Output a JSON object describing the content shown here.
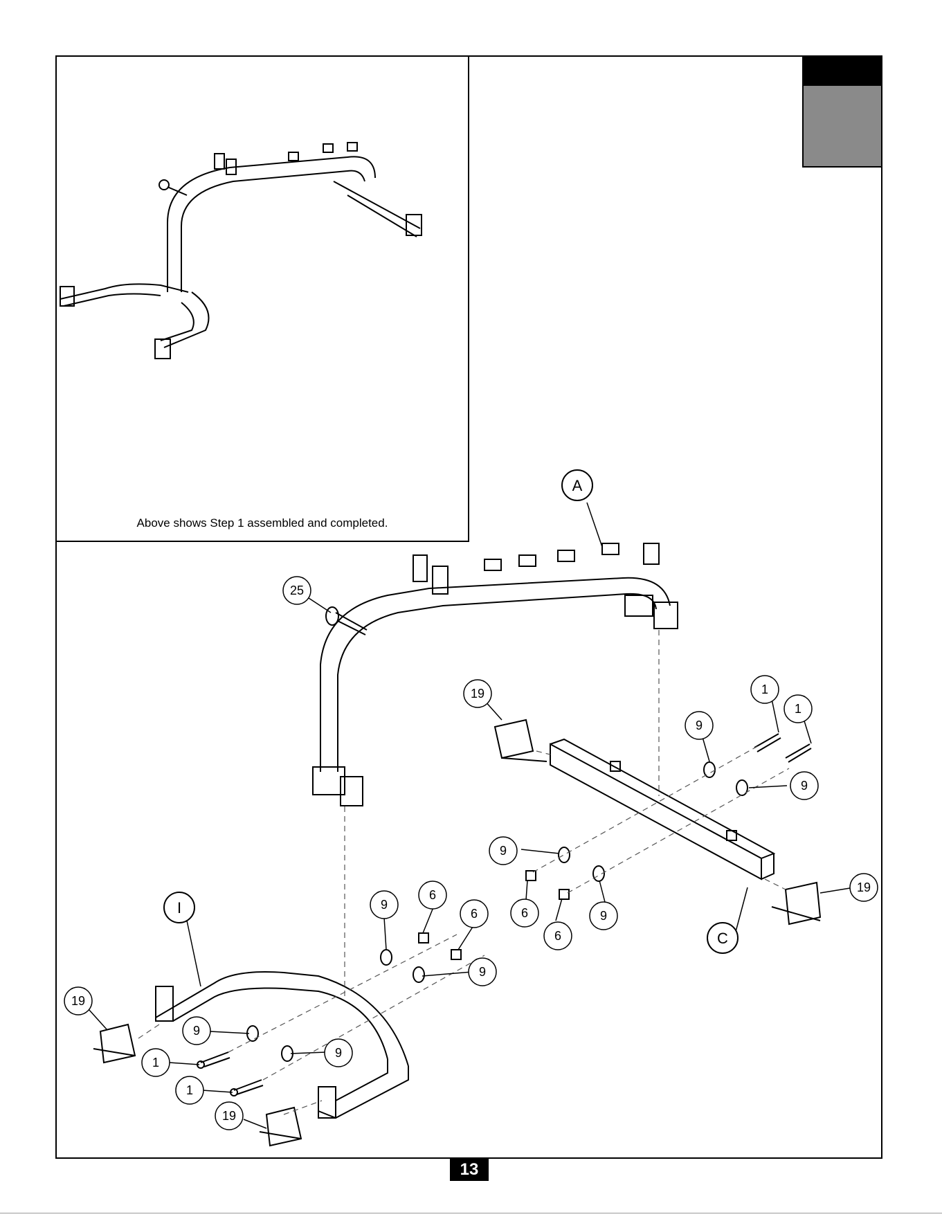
{
  "inset": {
    "caption": "Above shows Step 1 assembled and completed."
  },
  "page_number": "13",
  "parts": {
    "A": "A",
    "I": "I",
    "C": "C",
    "p1": "1",
    "p6": "6",
    "p9": "9",
    "p19": "19",
    "p25": "25"
  }
}
